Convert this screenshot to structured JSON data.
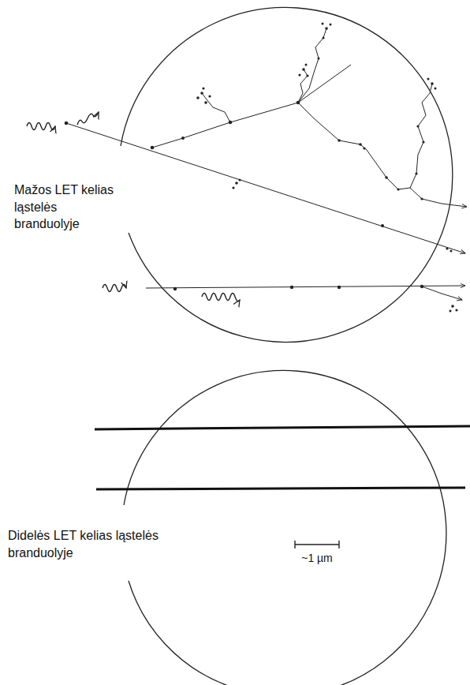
{
  "diagram": {
    "labels": [
      "Mažos LET kelias ląstelės branduolyje",
      "Didelės LET kelias ląstelės branduolyje",
      "~1 µm"
    ]
  }
}
